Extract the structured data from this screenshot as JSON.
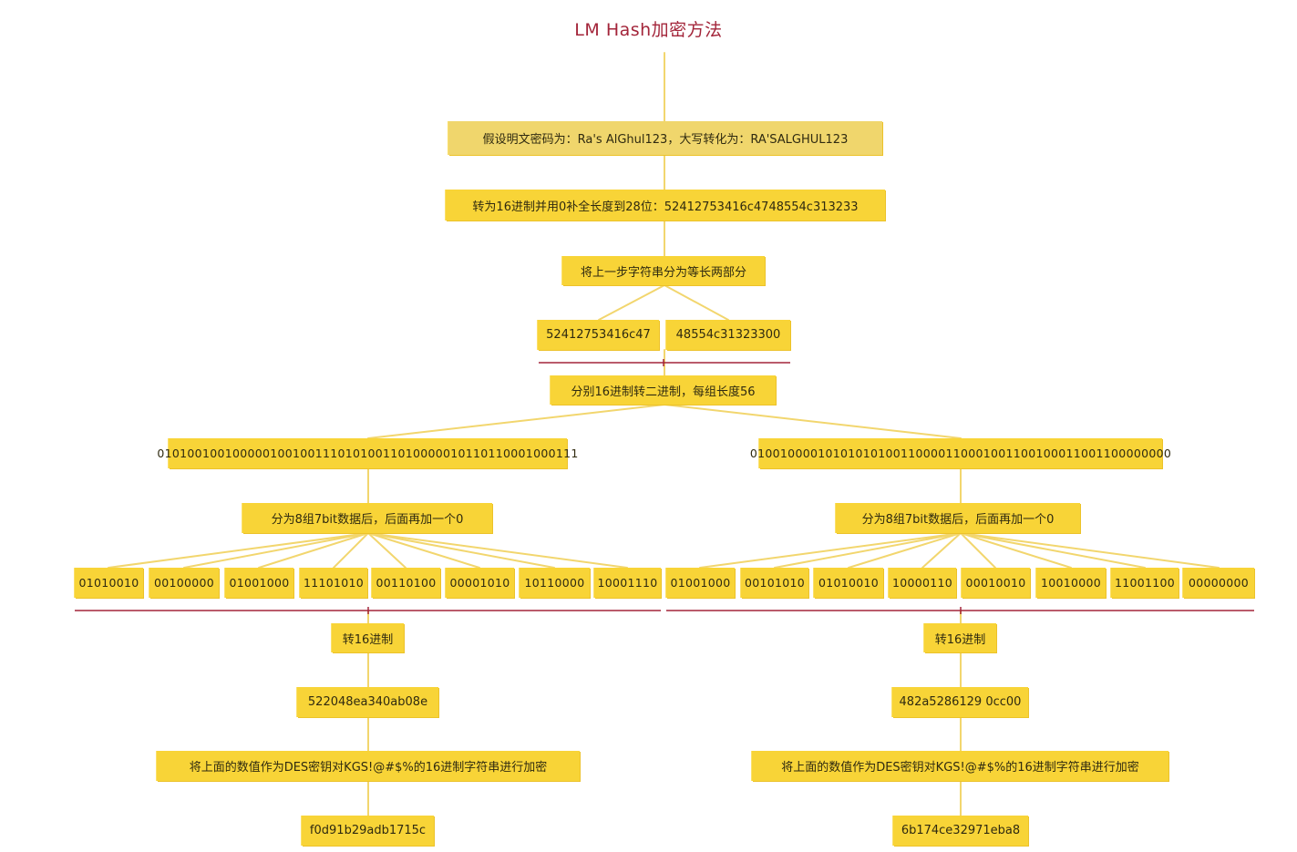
{
  "title": "LM Hash加密方法",
  "nodes": {
    "plaintext": "假设明文密码为：Ra's AlGhul123，大写转化为：RA'SALGHUL123",
    "hex_pad": "转为16进制并用0补全长度到28位：52412753416c4748554c313233",
    "split_step": "将上一步字符串分为等长两部分",
    "half_left": "52412753416c47",
    "half_right": "48554c31323300",
    "to_binary": "分别16进制转二进制，每组长度56",
    "bin_left": "01010010010000010010011101010011010000010110110001000111",
    "bin_right": "01001000010101010100110000110001001100100011001100000000",
    "group_left": "分为8组7bit数据后，后面再加一个0",
    "group_right": "分为8组7bit数据后，后面再加一个0",
    "bytes_left": [
      "01010010",
      "00100000",
      "01001000",
      "11101010",
      "00110100",
      "00001010",
      "10110000",
      "10001110"
    ],
    "bytes_right": [
      "01001000",
      "00101010",
      "01010010",
      "10000110",
      "00010010",
      "10010000",
      "11001100",
      "00000000"
    ],
    "to_hex_left": "转16进制",
    "to_hex_right": "转16进制",
    "key_left": "522048ea340ab08e",
    "key_right": "482a5286129 0cc00",
    "des_left": "将上面的数值作为DES密钥对KGS!@#$%的16进制字符串进行加密",
    "des_right": "将上面的数值作为DES密钥对KGS!@#$%的16进制字符串进行加密",
    "result_left": "f0d91b29adb1715c",
    "result_right": "6b174ce32971eba8"
  },
  "colors": {
    "box": "#f8d437",
    "connector": "#f2d66e",
    "divider": "#a3253a",
    "title": "#a3253a"
  }
}
